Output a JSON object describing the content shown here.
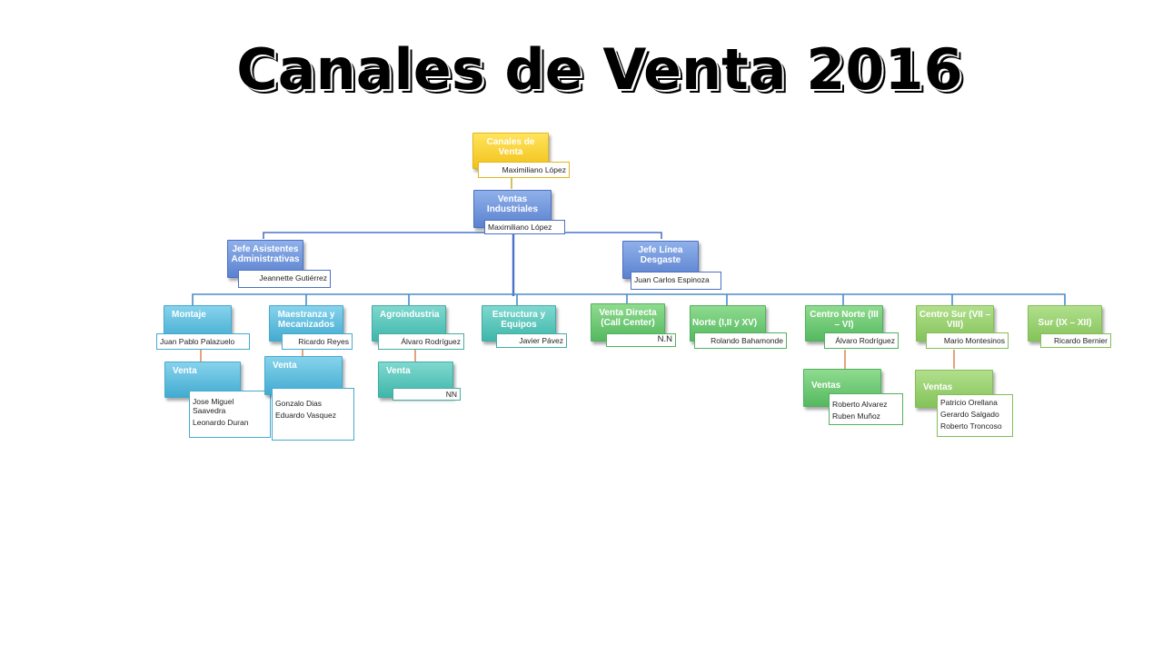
{
  "title": "Canales de Venta 2016",
  "colors": {
    "root": "#f2c21b",
    "management": "#5b82cf",
    "channels_left": "#43abd0",
    "channels_mid": "#3fb6aa",
    "channels_right": "#55b960",
    "channels_far": "#85c35a"
  },
  "root": {
    "title": "Canales de Venta",
    "person": "Maximiliano López"
  },
  "head": {
    "title": "Ventas Industriales",
    "person": "Maximiliano López"
  },
  "assistants": [
    {
      "title": "Jefe Asistentes Administrativas",
      "person": "Jeannette Gutiérrez"
    },
    {
      "title": "Jefe Línea Desgaste",
      "person": "Juan Carlos Espinoza"
    }
  ],
  "channels": [
    {
      "title": "Montaje",
      "person": "Juan Pablo Palazuelo",
      "sub": {
        "title": "Venta",
        "people": [
          "Jose Miguel Saavedra",
          "Leonardo Duran"
        ]
      }
    },
    {
      "title": "Maestranza y Mecanizados",
      "person": "Ricardo Reyes",
      "sub": {
        "title": "Venta",
        "people": [
          "Gonzalo Dias",
          "Eduardo Vasquez"
        ]
      }
    },
    {
      "title": "Agroindustria",
      "person": "Álvaro Rodríguez",
      "sub": {
        "title": "Venta",
        "people": [
          "NN"
        ]
      }
    },
    {
      "title": "Estructura y Equipos",
      "person": "Javier Pávez"
    },
    {
      "title": "Venta Directa (Call Center)",
      "person": "N.N"
    },
    {
      "title": "Norte (I,II y XV)",
      "person": "Rolando Bahamonde"
    },
    {
      "title": "Centro Norte (III – VI)",
      "person": "Álvaro Rodríguez",
      "sub": {
        "title": "Ventas",
        "people": [
          "Roberto Alvarez",
          "Ruben Muñoz"
        ]
      }
    },
    {
      "title": "Centro Sur (VII – VIII)",
      "person": "Mario Montesinos",
      "sub": {
        "title": "Ventas",
        "people": [
          "Patricio Orellana",
          "Gerardo Salgado",
          "Roberto Troncoso"
        ]
      }
    },
    {
      "title": "Sur (IX – XII)",
      "person": "Ricardo Bernier"
    }
  ]
}
